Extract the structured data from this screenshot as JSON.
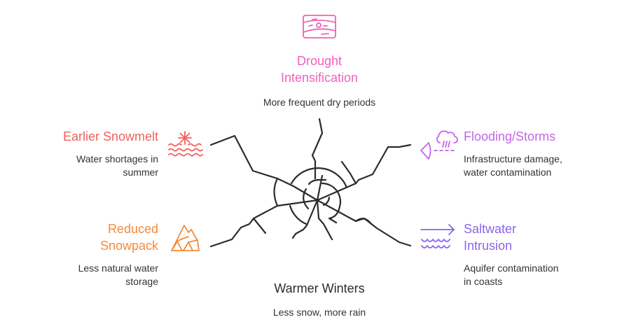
{
  "colors": {
    "drought": "#f062b8",
    "snowmelt": "#f2605e",
    "flooding": "#c565e8",
    "snowpack": "#f48b3a",
    "saltwater": "#8b64ec",
    "center": "#2b2b2b"
  },
  "center": {
    "title": "Warmer Winters",
    "description": "Less snow, more rain",
    "icon": "cracked-ice-icon"
  },
  "nodes": [
    {
      "id": "drought",
      "title_lines": [
        "Drought",
        "Intensification"
      ],
      "description_lines": [
        "More frequent dry periods"
      ],
      "icon": "dry-land-icon"
    },
    {
      "id": "snowmelt",
      "title_lines": [
        "Earlier Snowmelt"
      ],
      "description_lines": [
        "Water shortages in",
        "summer"
      ],
      "icon": "snowflake-water-icon"
    },
    {
      "id": "flooding",
      "title_lines": [
        "Flooding/Storms"
      ],
      "description_lines": [
        "Infrastructure damage,",
        "water contamination"
      ],
      "icon": "storm-cloud-icon"
    },
    {
      "id": "snowpack",
      "title_lines": [
        "Reduced",
        "Snowpack"
      ],
      "description_lines": [
        "Less natural water",
        "storage"
      ],
      "icon": "mountain-icon"
    },
    {
      "id": "saltwater",
      "title_lines": [
        "Saltwater",
        "Intrusion"
      ],
      "description_lines": [
        "Aquifer contamination",
        "in coasts"
      ],
      "icon": "arrow-waves-icon"
    }
  ]
}
